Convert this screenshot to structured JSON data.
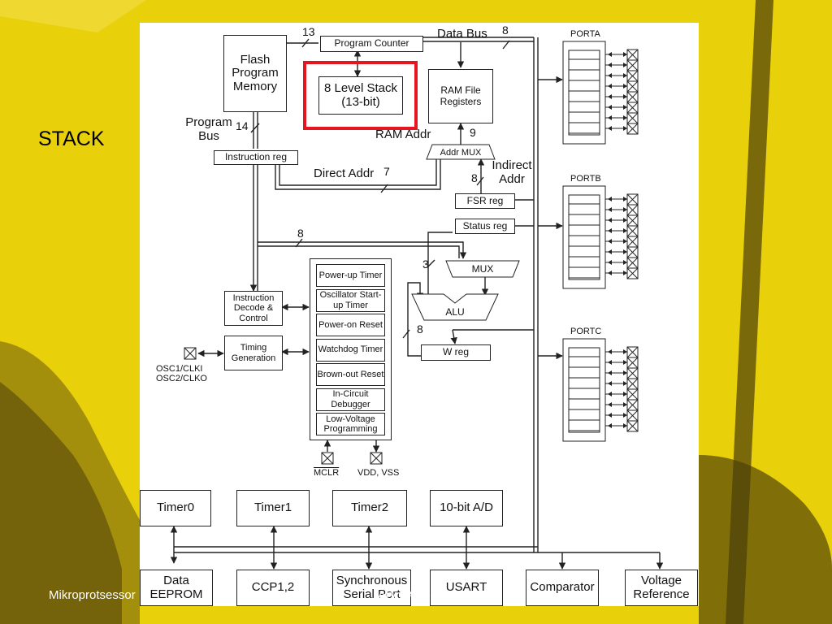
{
  "slide": {
    "title": "STACK",
    "footer_left": "Mikroprotsessor",
    "footer_center": "Arvo Aabloo"
  },
  "colors": {
    "background": "#e8d00a",
    "highlight": "#e5161f",
    "line": "#222222"
  },
  "core": {
    "flash": "Flash Program Memory",
    "program_counter": "Program Counter",
    "stack": "8 Level Stack (13-bit)",
    "ram": "RAM File Registers",
    "instruction_reg": "Instruction reg",
    "addr_mux": "Addr MUX",
    "fsr_reg": "FSR reg",
    "status_reg": "Status reg",
    "mux": "MUX",
    "alu": "ALU",
    "w_reg": "W reg",
    "instruction_decode": "Instruction Decode & Control",
    "timing_generation": "Timing Generation",
    "osc_pins": "OSC1/CLKI OSC2/CLKO",
    "mclr": "MCLR",
    "vdd_vss": "VDD, VSS"
  },
  "bus_labels": {
    "data_bus": "Data Bus",
    "program_bus": "Program Bus",
    "ram_addr": "RAM Addr",
    "direct_addr": "Direct Addr",
    "indirect_addr": "Indirect Addr"
  },
  "widths": {
    "pc_bits": "13",
    "data_bits": "8",
    "program_bits": "14",
    "ram_addr_bits": "9",
    "direct_bits": "7",
    "fsr_bits": "8",
    "instr_bits": "8",
    "mux_bits": "3",
    "alu_bits": "8"
  },
  "ports": [
    "PORTA",
    "PORTB",
    "PORTC"
  ],
  "special_functions": [
    "Power-up Timer",
    "Oscillator Start-up Timer",
    "Power-on Reset",
    "Watchdog Timer",
    "Brown-out Reset",
    "In-Circuit Debugger",
    "Low-Voltage Programming"
  ],
  "peripherals_top": [
    "Timer0",
    "Timer1",
    "Timer2",
    "10-bit A/D"
  ],
  "peripherals_bottom": [
    "Data EEPROM",
    "CCP1,2",
    "Synchronous Serial Port",
    "USART",
    "Comparator",
    "Voltage Reference"
  ]
}
